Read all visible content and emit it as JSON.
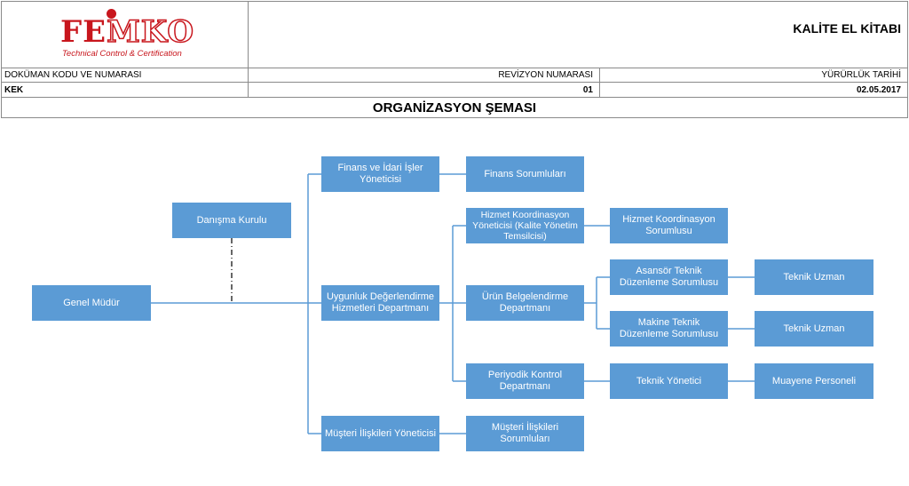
{
  "header": {
    "logo": {
      "brand": "FEMKO",
      "tagline": "Technical Control & Certification"
    },
    "document_title": "KALİTE EL KİTABI",
    "code_label": "DOKÜMAN KODU VE NUMARASI",
    "code_value": "KEK",
    "revision_label": "REVİZYON NUMARASI",
    "revision_value": "01",
    "date_label": "YÜRÜRLÜK TARİHİ",
    "date_value": "02.05.2017",
    "section_title": "ORGANİZASYON ŞEMASI"
  },
  "org_chart": {
    "line_color": "#5b9bd5",
    "box_color": "#5b9bd5",
    "boxes": {
      "genel_mudur": "Genel Müdür",
      "danisma_kurulu": "Danışma Kurulu",
      "finans_idari": "Finans ve İdari İşler Yöneticisi",
      "uygunluk": "Uygunluk Değerlendirme Hizmetleri Departmanı",
      "musteri_iliskileri_yon": "Müşteri İlişkileri Yöneticisi",
      "finans_sorumlulari": "Finans Sorumluları",
      "hizmet_koord_yon": "Hizmet Koordinasyon Yöneticisi (Kalite Yönetim Temsilcisi)",
      "urun_belgelendirme": "Ürün Belgelendirme Departmanı",
      "periyodik_kontrol": "Periyodik Kontrol Departmanı",
      "musteri_iliskileri_sor": "Müşteri İlişkileri Sorumluları",
      "hizmet_koord_sor": "Hizmet Koordinasyon Sorumlusu",
      "asansor_teknik": "Asansör Teknik Düzenleme Sorumlusu",
      "makine_teknik": "Makine Teknik Düzenleme Sorumlusu",
      "teknik_yonetici": "Teknik Yönetici",
      "teknik_uzman_1": "Teknik Uzman",
      "teknik_uzman_2": "Teknik Uzman",
      "muayene_personeli": "Muayene Personeli"
    }
  }
}
